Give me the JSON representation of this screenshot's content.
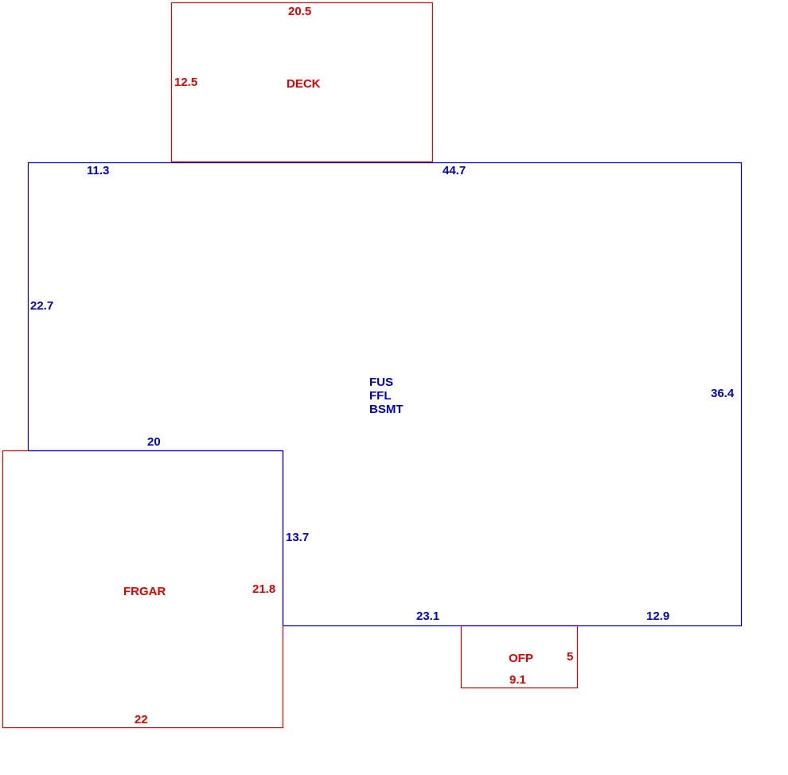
{
  "colors": {
    "main_structure": "#0000e6",
    "additions": "#e60000"
  },
  "main_structure": {
    "labels": [
      "FUS",
      "FFL",
      "BSMT"
    ],
    "dimensions": {
      "top_left": "11.3",
      "top_right": "44.7",
      "left": "22.7",
      "right": "36.4",
      "garage_top": "20",
      "garage_side": "13.7",
      "bottom_left": "23.1",
      "bottom_right": "12.9"
    }
  },
  "deck": {
    "label": "DECK",
    "width": "20.5",
    "depth": "12.5"
  },
  "garage": {
    "label": "FRGAR",
    "width": "22",
    "depth": "21.8"
  },
  "porch": {
    "label": "OFP",
    "width": "9.1",
    "depth": "5"
  }
}
